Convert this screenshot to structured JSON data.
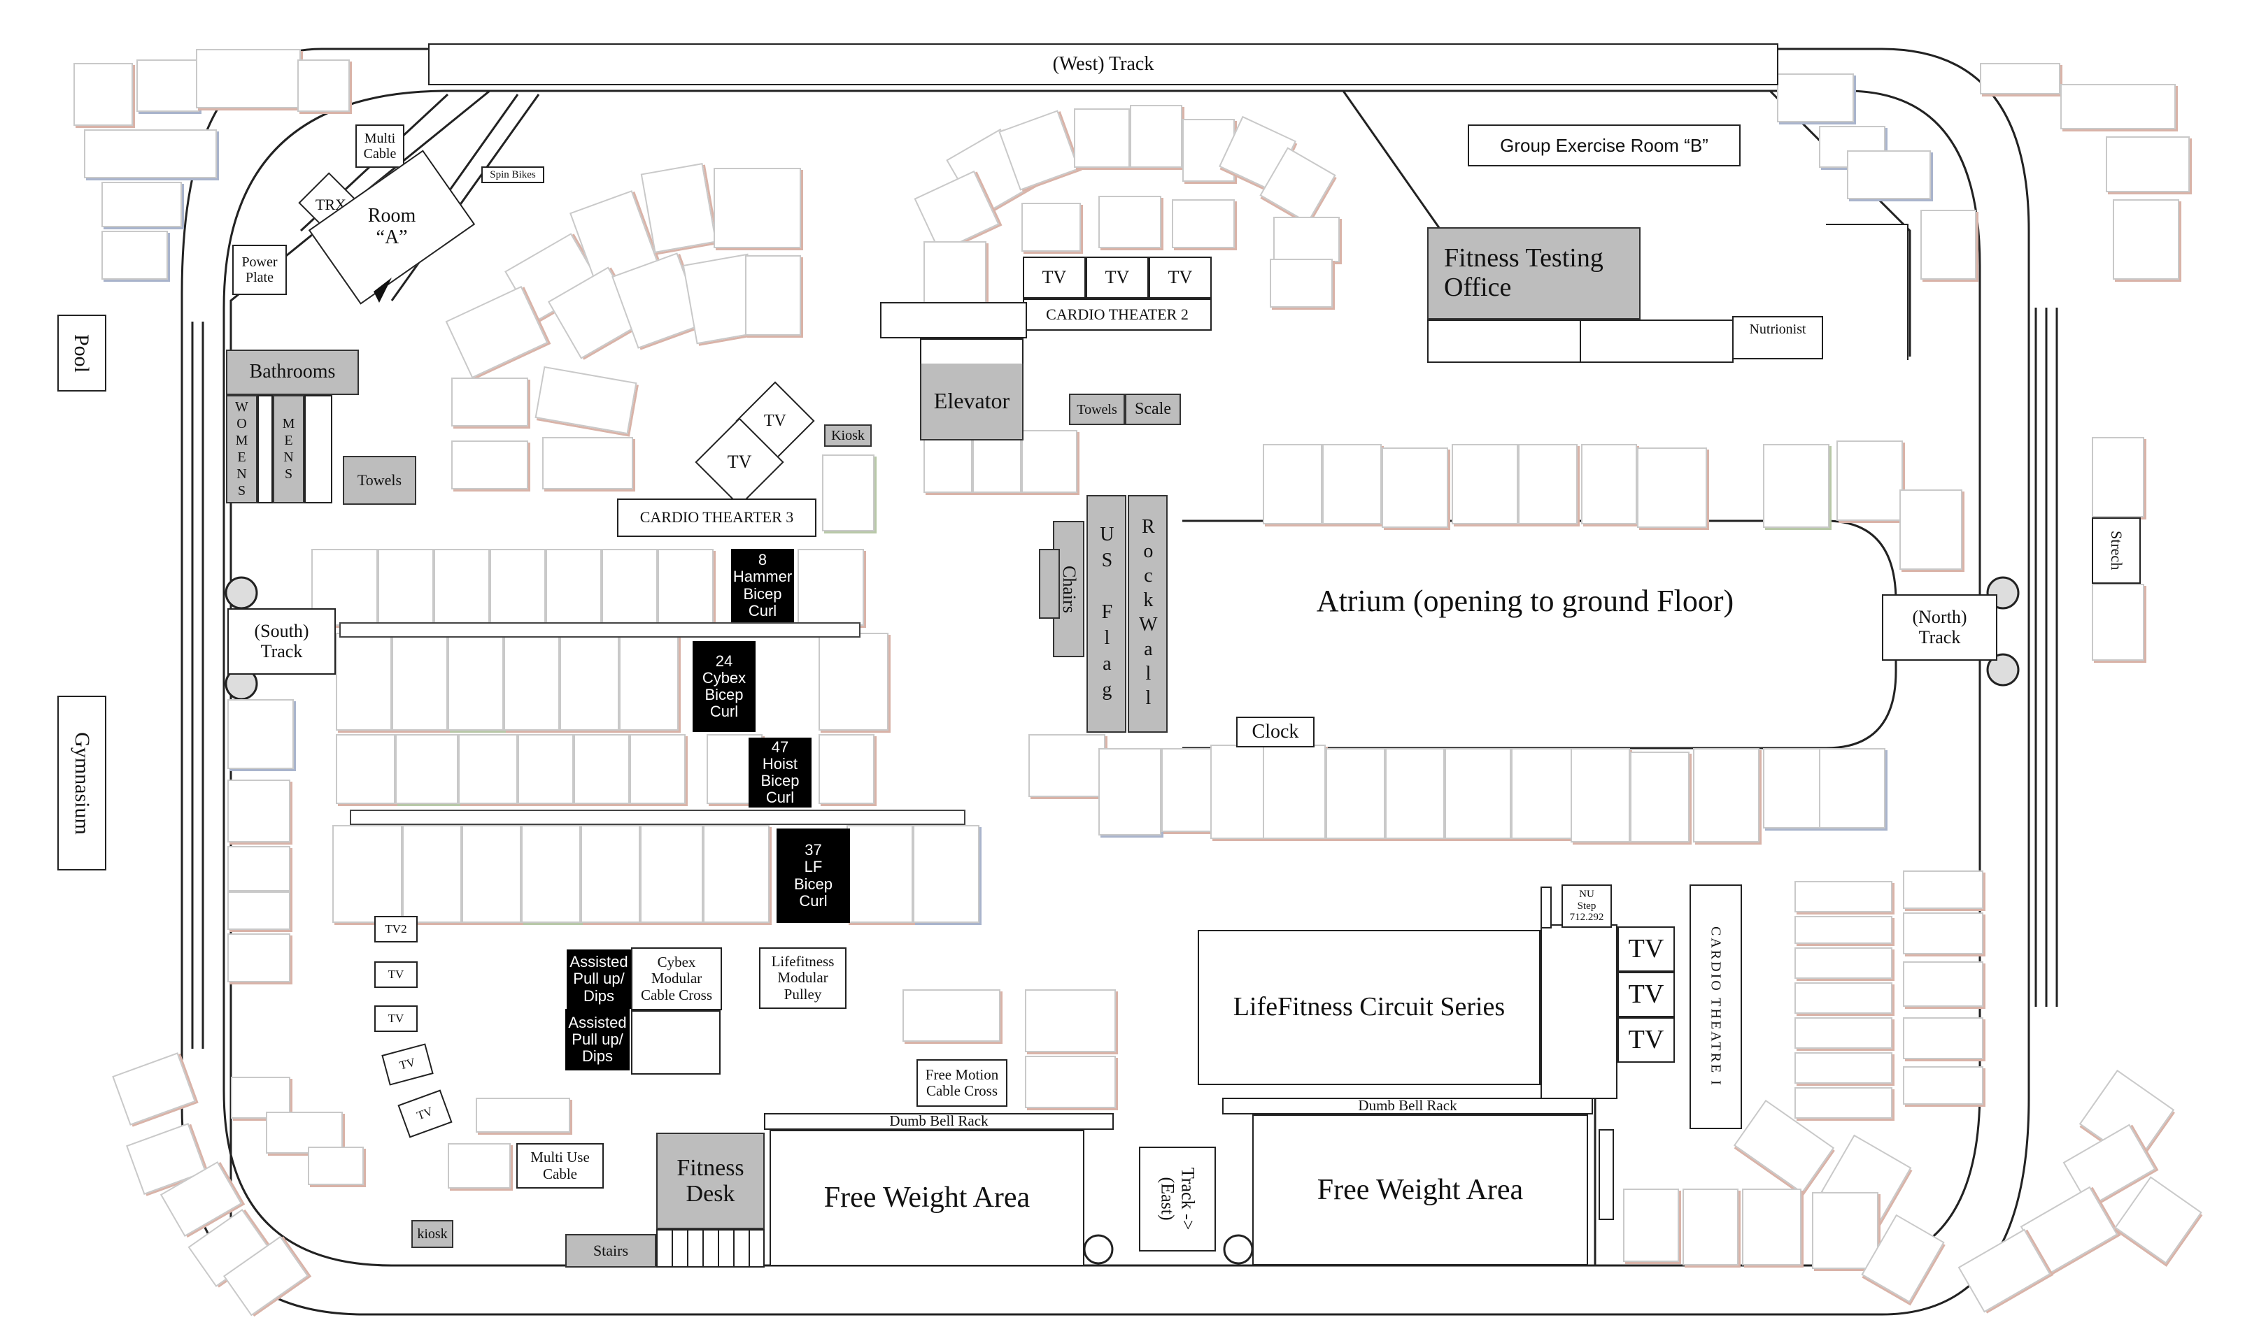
{
  "tracks": {
    "west": "(West) Track",
    "south": "(South)\n Track",
    "north": "(North)\nTrack",
    "east": "Track ->\n(East)"
  },
  "outside": {
    "pool": "Pool",
    "gymnasium": "Gymnasium"
  },
  "rooms": {
    "room_a": "Room\n“A”",
    "group_exercise_b": "Group Exercise Room “B”",
    "fitness_testing_office": "Fitness Testing\nOffice",
    "nutrionist": "Nutrionist",
    "bathrooms": "Bathrooms",
    "womens": "WOMENS",
    "mens": "MENS",
    "elevator": "Elevator",
    "atrium": "Atrium (opening to ground Floor)",
    "fitness_desk": "Fitness\nDesk",
    "stairs": "Stairs",
    "free_weight_area_1": "Free Weight Area",
    "free_weight_area_2": "Free Weight Area"
  },
  "labels": {
    "multi_cable": "Multi\nCable",
    "trx": "TRX",
    "spin_bikes": "Spin Bikes",
    "power_plate": "Power\nPlate",
    "towels_1": "Towels",
    "towels_2": "Towels",
    "scale": "Scale",
    "kiosk_1": "Kiosk",
    "kiosk_2": "kiosk",
    "tv": "TV",
    "tv2": "TV2",
    "cardio_theater_2": "CARDIO THEATER  2",
    "cardio_theater_3": "CARDIO THEARTER  3",
    "cardio_theater_1": "CARDIO THEATRE I",
    "chairs": "Chairs",
    "us_flag": "US Flag",
    "rock_wall": "RockWall",
    "clock": "Clock",
    "stretch": "Strech",
    "hammer_bicep_curl": "8\nHammer\nBicep\nCurl",
    "cybex_bicep_curl": "24\nCybex\nBicep\nCurl",
    "hoist_bicep_curl": "47\nHoist\nBicep\nCurl",
    "lf_bicep_curl": "37\nLF\nBicep\nCurl",
    "assisted_pull_up_1": "Assisted\nPull up/\nDips",
    "assisted_pull_up_2": "Assisted\nPull up/\nDips",
    "cybex_modular_cable_cross": "Cybex\nModular\nCable Cross",
    "lifefitness_modular_pulley": "Lifefitness\nModular\nPulley",
    "free_motion_cable_cross": "Free Motion\nCable Cross",
    "multi_use_cable": "Multi Use\nCable",
    "lifefitness_circuit_series": "LifeFitness Circuit Series",
    "nu_step": "NU\nStep\n712.292",
    "dumb_bell_rack_1": "Dumb Bell Rack",
    "dumb_bell_rack_2": "Dumb Bell Rack"
  },
  "colors": {
    "gray_fill": "#bdbdbd",
    "black_fill": "#000000",
    "line": "#222222"
  }
}
